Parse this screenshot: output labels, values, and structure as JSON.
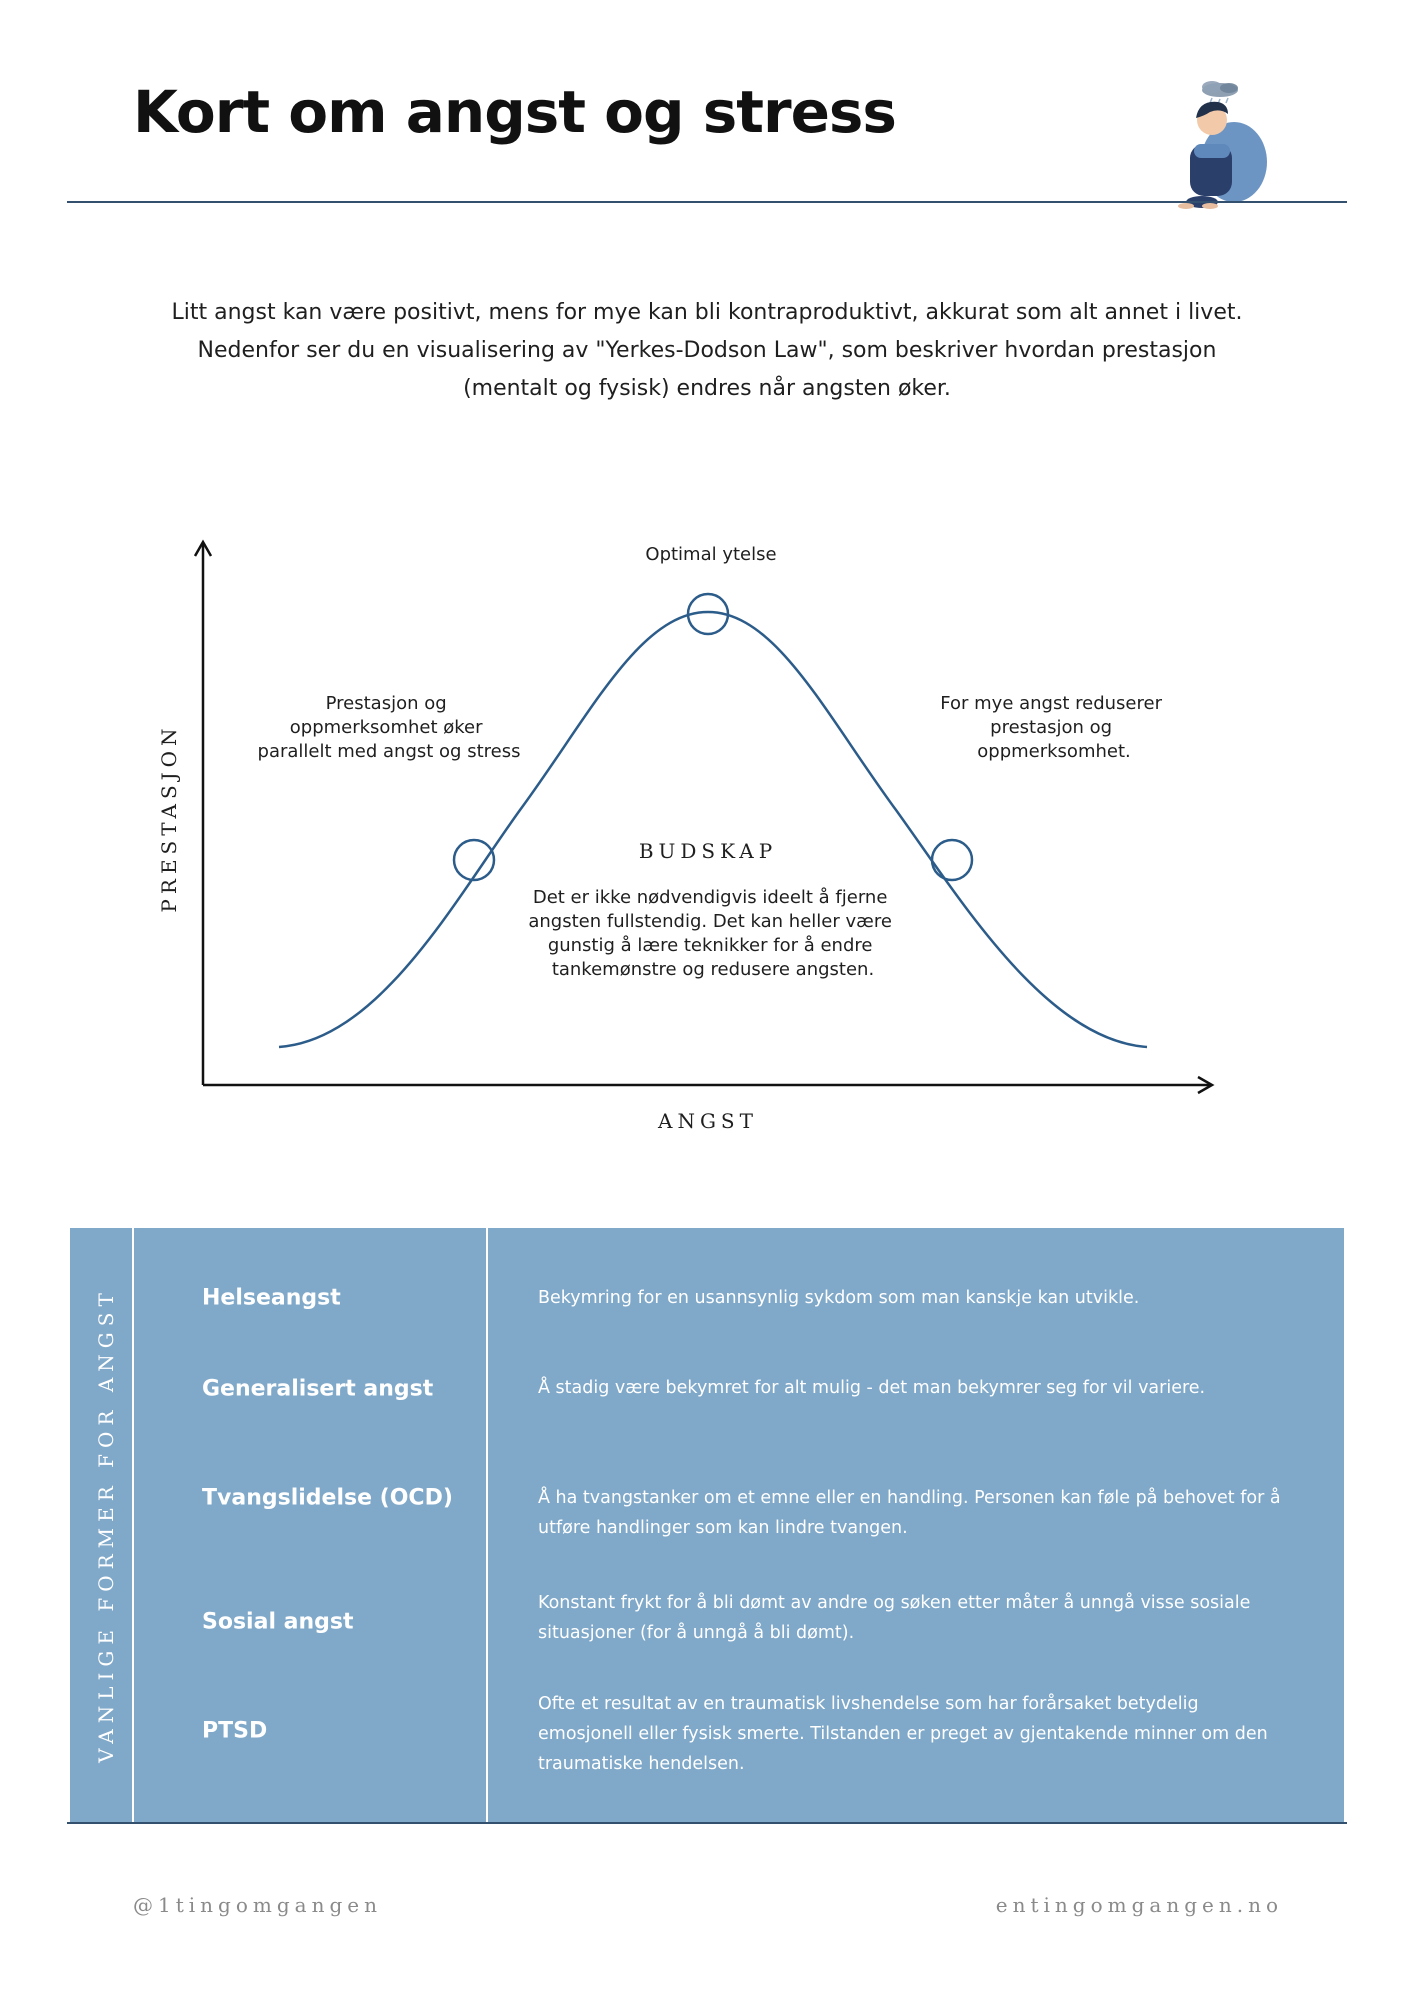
{
  "header": {
    "title": "Kort om angst og stress"
  },
  "intro": {
    "lines": [
      "Litt angst kan være positivt, mens for mye kan bli kontraproduktivt, akkurat som alt annet i livet.",
      "Nedenfor ser du en visualisering av \"Yerkes-Dodson Law\", som beskriver hvordan prestasjon",
      "(mentalt og fysisk) endres når angsten øker."
    ]
  },
  "diagram": {
    "peak_label": "Optimal ytelse",
    "left_annotation": [
      "Prestasjon og",
      "oppmerksomhet øker",
      "parallelt med angst og stress"
    ],
    "right_annotation": [
      "For mye angst reduserer",
      "prestasjon og",
      "oppmerksomhet."
    ],
    "message_title": "BUDSKAP",
    "message_lines": [
      "Det er ikke nødvendigvis ideelt å fjerne",
      "angsten fullstendig. Det kan heller være",
      "gunstig å lære teknikker for å endre",
      "tankemønstre og redusere angsten."
    ],
    "y_axis_label": "PRESTASJON",
    "x_axis_label": "ANGST",
    "curve_color": "#2c5c8a"
  },
  "table": {
    "side_label": "VANLIGE FORMER FOR ANGST",
    "background": "#7fa8c9",
    "rows": [
      {
        "term": "Helseangst",
        "description": "Bekymring for en usannsynlig sykdom som man kanskje kan utvikle."
      },
      {
        "term": "Generalisert angst",
        "description": "Å stadig være bekymret for alt mulig - det man bekymrer seg for vil variere."
      },
      {
        "term": "Tvangslidelse (OCD)",
        "description": "Å ha tvangstanker om et emne eller en handling. Personen kan føle på behovet for å utføre handlinger som kan lindre tvangen."
      },
      {
        "term": "Sosial angst",
        "description": "Konstant frykt for å bli dømt av andre og søken etter måter å unngå visse sosiale situasjoner (for å unngå å bli dømt)."
      },
      {
        "term": "PTSD",
        "description": "Ofte et resultat av en traumatisk livshendelse som har forårsaket betydelig emosjonell eller fysisk smerte. Tilstanden er preget av gjentakende minner om den traumatiske hendelsen."
      }
    ]
  },
  "footer": {
    "left": "@1tingomgangen",
    "right": "entingomgangen.no"
  },
  "illustration": {
    "icon": "sitting-person-with-cloud-icon"
  }
}
